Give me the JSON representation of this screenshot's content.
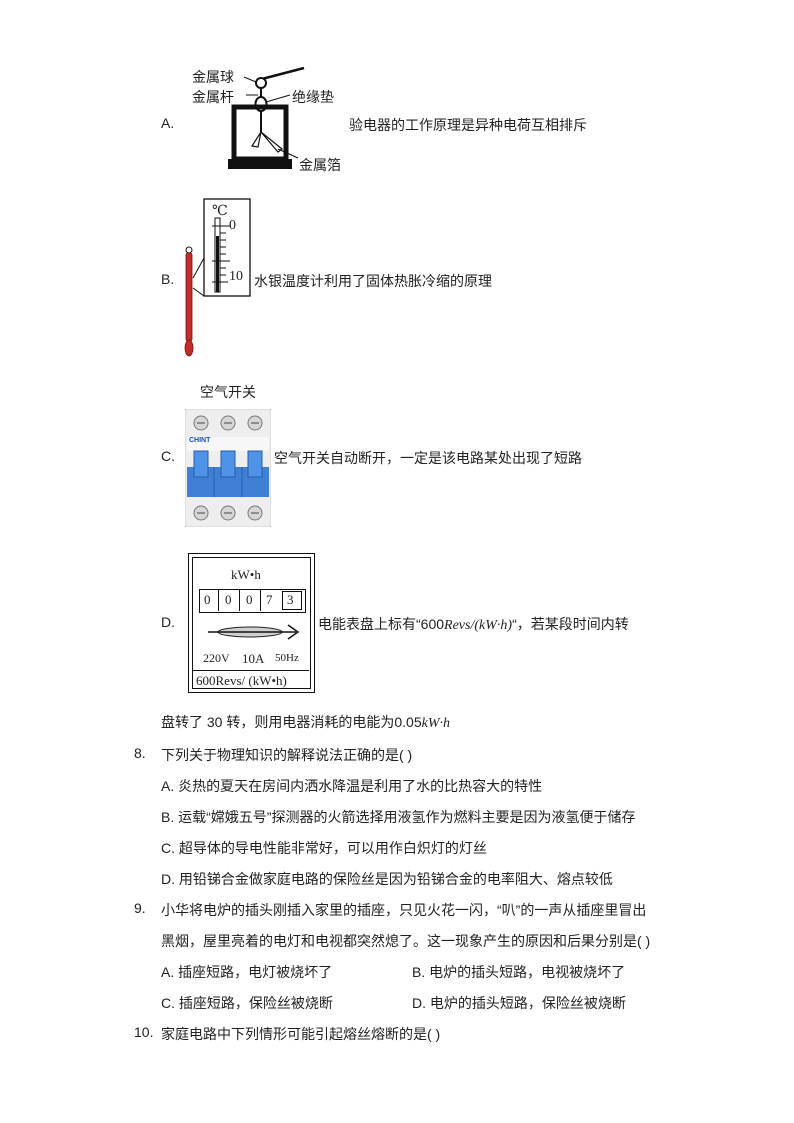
{
  "optA": {
    "letter": "A.",
    "statement": "验电器的工作原理是异种电荷互相排斥",
    "fig": {
      "ball": "金属球",
      "rod": "金属杆",
      "pad": "绝缘垫",
      "foil": "金属箔"
    }
  },
  "optB": {
    "letter": "B.",
    "statement": "水银温度计利用了固体热胀冷缩的原理",
    "fig": {
      "unit": "℃",
      "top": "0",
      "bottom": "10"
    }
  },
  "optC": {
    "letter": "C.",
    "statement": "空气开关自动断开，一定是该电路某处出现了短路",
    "fig": {
      "caption": "空气开关",
      "brand": "CHINT"
    }
  },
  "optD": {
    "letter": "D.",
    "statement": "电能表盘上标有“600",
    "statement_var": "Revs/(kW·h)",
    "statement_tail": "“，若某段时间内转",
    "continuation_a": "盘转了 30 转，则用电器消耗的电能为0.05",
    "continuation_b": "kW·h",
    "fig": {
      "unit": "kW•h",
      "digits": [
        "0",
        "0",
        "0",
        "7",
        "3"
      ],
      "spec_v": "220V",
      "spec_a": "10A",
      "spec_hz": "50Hz",
      "revs": "600Revs/ (kW•h)"
    }
  },
  "q8": {
    "number": "8.",
    "stem": "下列关于物理知识的解释说法正确的是(    )",
    "options": [
      "A. 炎热的夏天在房间内洒水降温是利用了水的比热容大的特性",
      "B. 运载“嫦娥五号”探测器的火箭选择用液氢作为燃料主要是因为液氢便于储存",
      "C. 超导体的导电性能非常好，可以用作白炽灯的灯丝",
      "D. 用铅锑合金做家庭电路的保险丝是因为铅锑合金的电率阻大、熔点较低"
    ]
  },
  "q9": {
    "number": "9.",
    "stem_line1": "小华将电炉的插头刚插入家里的插座，只见火花一闪，“叭”的一声从插座里冒出",
    "stem_line2": "黑烟，屋里亮着的电灯和电视都突然熄了。这一现象产生的原因和后果分别是(    )",
    "options": [
      "A. 插座短路，电灯被烧坏了",
      "B. 电炉的插头短路，电视被烧坏了",
      "C. 插座短路，保险丝被烧断",
      "D. 电炉的插头短路，保险丝被烧断"
    ]
  },
  "q10": {
    "number": "10.",
    "stem": "家庭电路中下列情形可能引起熔丝熔断的是(    )"
  }
}
